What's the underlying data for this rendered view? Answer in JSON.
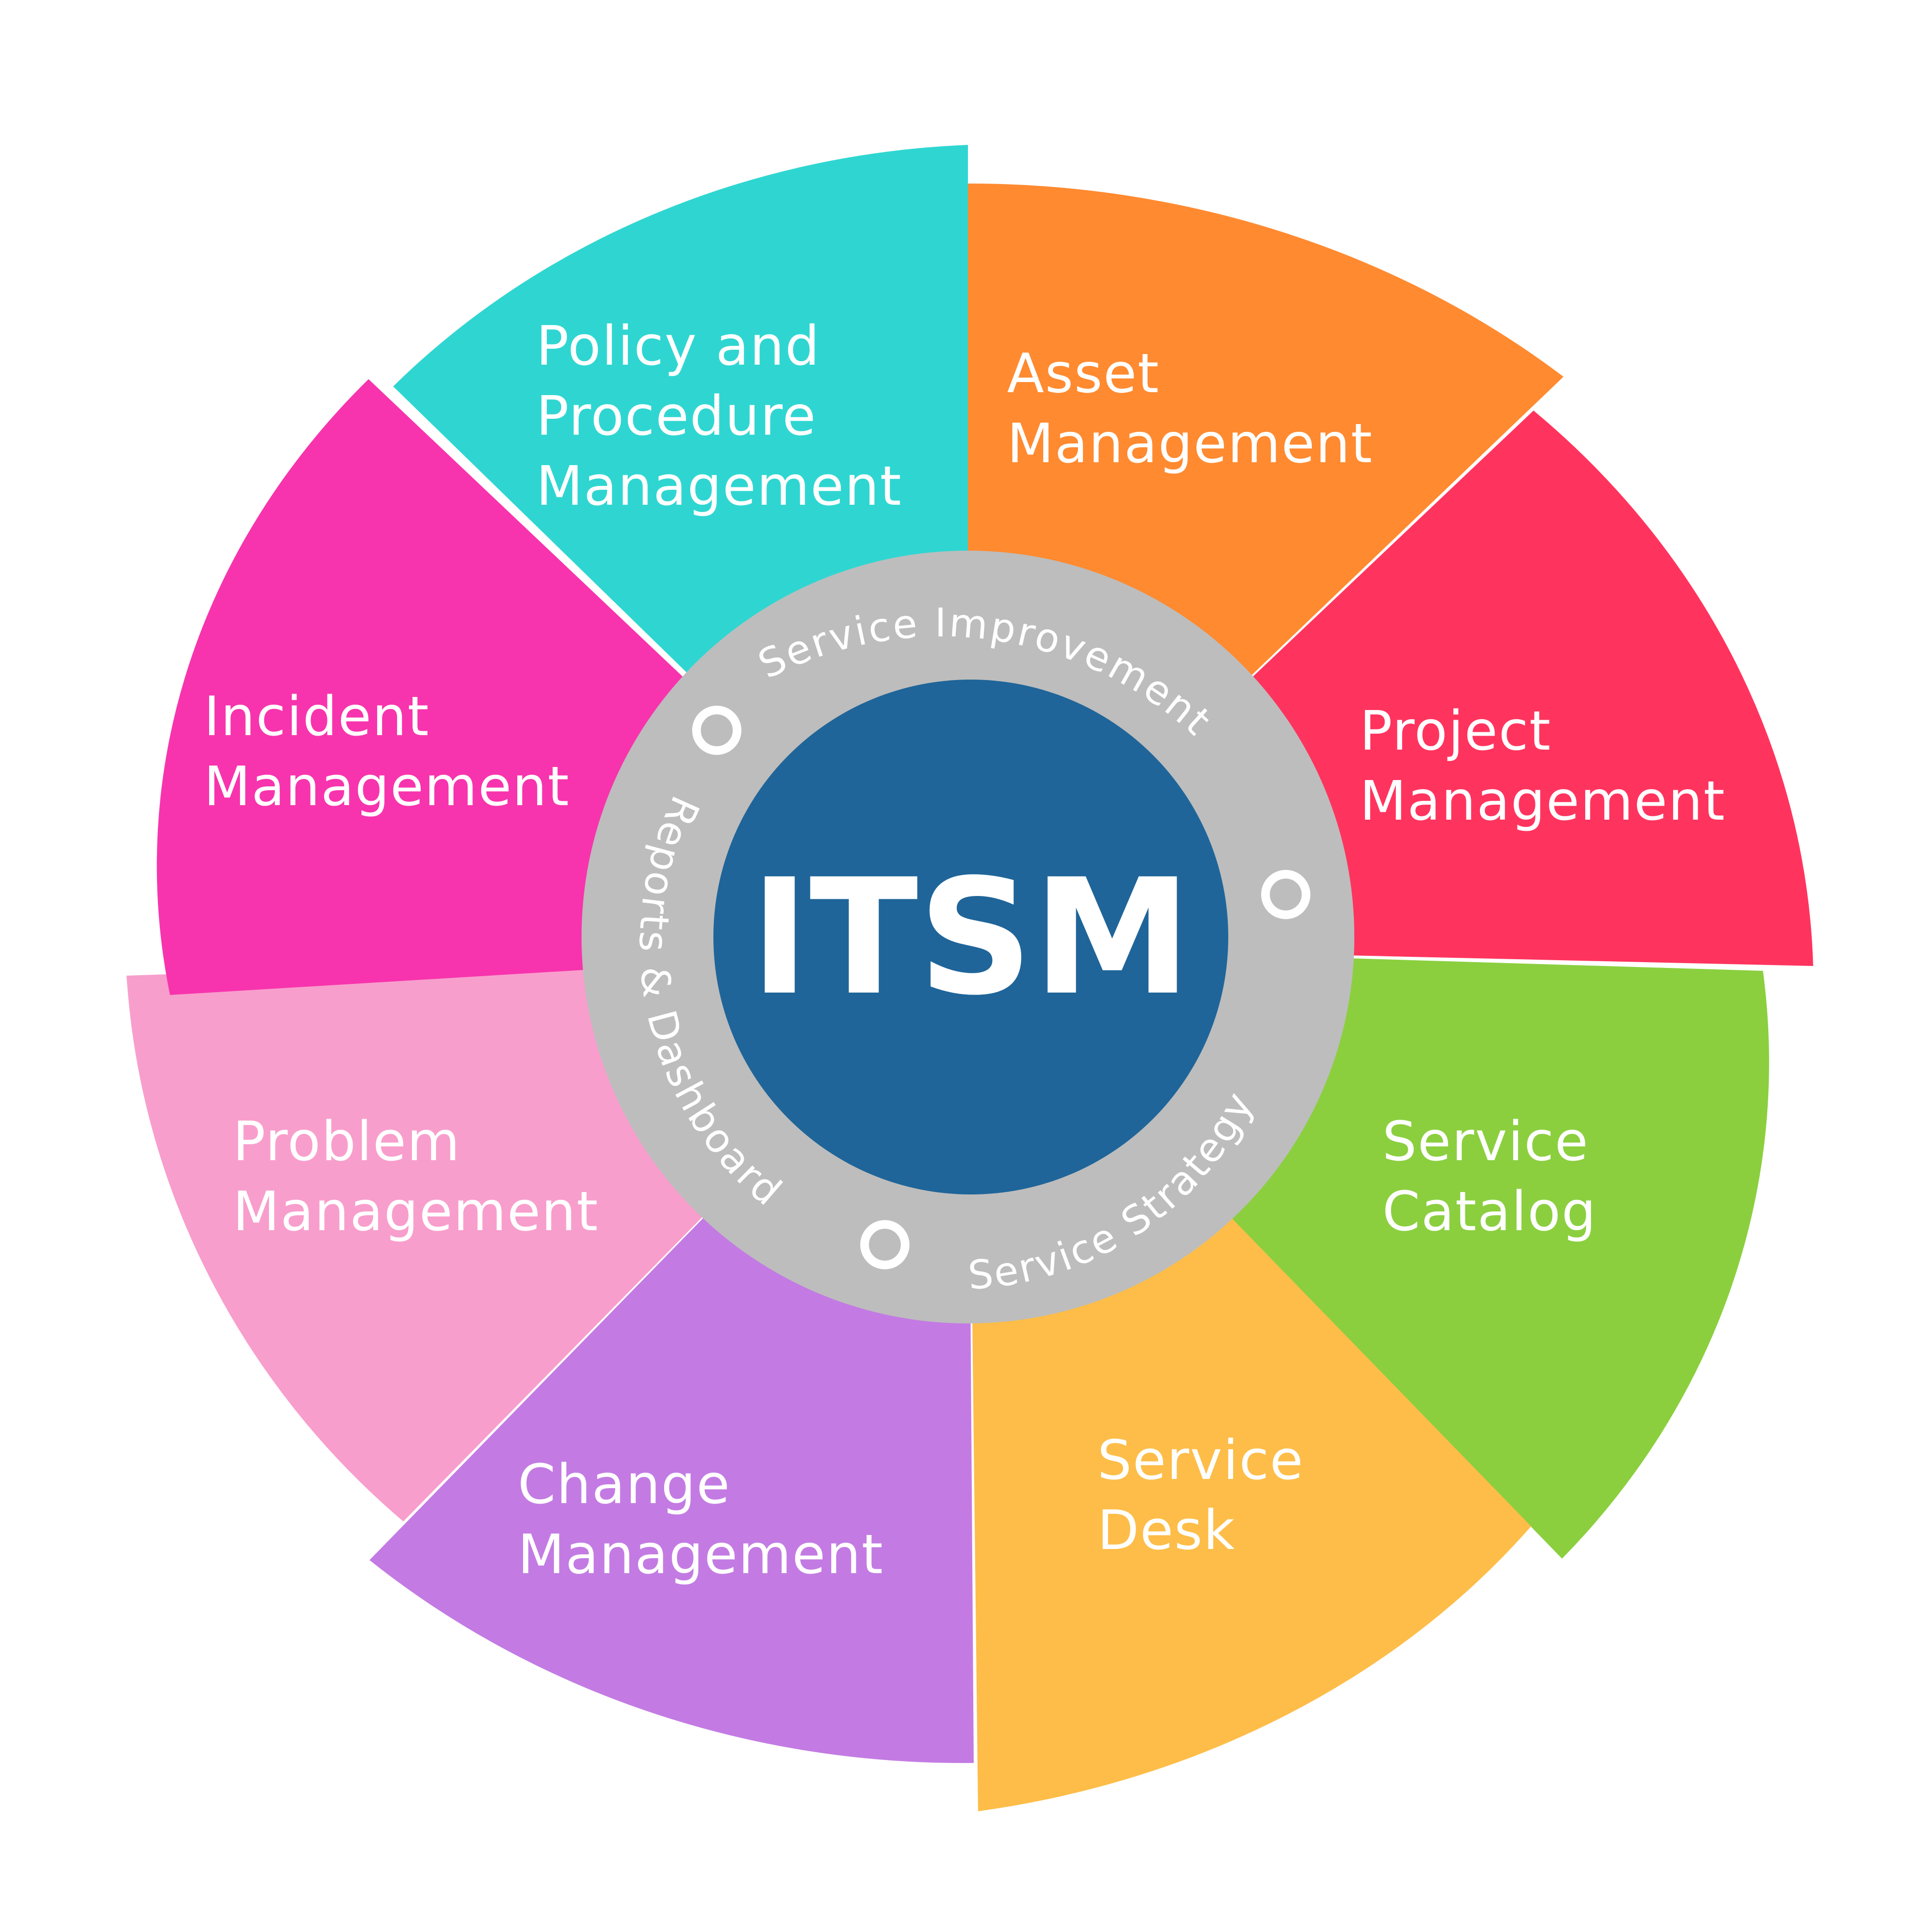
{
  "center": {
    "title": "ITSM",
    "color": "#1f6599"
  },
  "ring": {
    "color": "#bdbdbd",
    "labels": [
      {
        "key": "improvement",
        "text": "Service Improvement"
      },
      {
        "key": "strategy",
        "text": "Service Strategy"
      },
      {
        "key": "reports",
        "text": "Reports & Dashboard"
      }
    ]
  },
  "segments": [
    {
      "key": "policy",
      "lines": [
        "Policy and",
        "Procedure",
        "Management"
      ],
      "color": "#2fd6d1"
    },
    {
      "key": "asset",
      "lines": [
        "Asset",
        "Management"
      ],
      "color": "#ff8a30"
    },
    {
      "key": "project",
      "lines": [
        "Project",
        "Management"
      ],
      "color": "#ff345e"
    },
    {
      "key": "catalog",
      "lines": [
        "Service",
        "Catalog"
      ],
      "color": "#8bcf3f"
    },
    {
      "key": "desk",
      "lines": [
        "Service",
        "Desk"
      ],
      "color": "#fdbd48"
    },
    {
      "key": "change",
      "lines": [
        "Change",
        "Management"
      ],
      "color": "#c37be3"
    },
    {
      "key": "problem",
      "lines": [
        "Problem",
        "Management"
      ],
      "color": "#f89ecc"
    },
    {
      "key": "incident",
      "lines": [
        "Incident",
        "Management"
      ],
      "color": "#f734ad"
    }
  ]
}
